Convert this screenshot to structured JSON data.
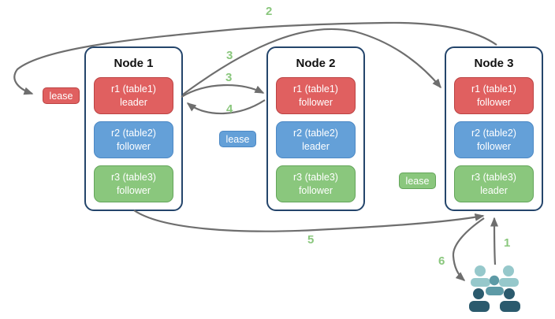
{
  "nodes": [
    {
      "title": "Node 1",
      "replicas": [
        {
          "name": "r1 (table1)",
          "role": "leader",
          "color": "red"
        },
        {
          "name": "r2 (table2)",
          "role": "follower",
          "color": "blue"
        },
        {
          "name": "r3 (table3)",
          "role": "follower",
          "color": "green"
        }
      ]
    },
    {
      "title": "Node 2",
      "replicas": [
        {
          "name": "r1 (table1)",
          "role": "follower",
          "color": "red"
        },
        {
          "name": "r2 (table2)",
          "role": "leader",
          "color": "blue"
        },
        {
          "name": "r3 (table3)",
          "role": "follower",
          "color": "green"
        }
      ]
    },
    {
      "title": "Node 3",
      "replicas": [
        {
          "name": "r1 (table1)",
          "role": "follower",
          "color": "red"
        },
        {
          "name": "r2 (table2)",
          "role": "follower",
          "color": "blue"
        },
        {
          "name": "r3 (table3)",
          "role": "leader",
          "color": "green"
        }
      ]
    }
  ],
  "leases": [
    {
      "label": "lease",
      "color": "red"
    },
    {
      "label": "lease",
      "color": "blue"
    },
    {
      "label": "lease",
      "color": "green"
    }
  ],
  "steps": {
    "s1": "1",
    "s2": "2",
    "s3a": "3",
    "s3b": "3",
    "s4": "4",
    "s5": "5",
    "s6": "6"
  },
  "colors": {
    "replica_red": "#e06060",
    "replica_blue": "#64a0d8",
    "replica_green": "#8ac77d",
    "node_border": "#24456b",
    "arrow": "#6e6e6e",
    "step_label": "#8ac77d",
    "users_light": "#96c8cb",
    "users_medium": "#5d9aa6",
    "users_dark": "#2b5a6d"
  }
}
